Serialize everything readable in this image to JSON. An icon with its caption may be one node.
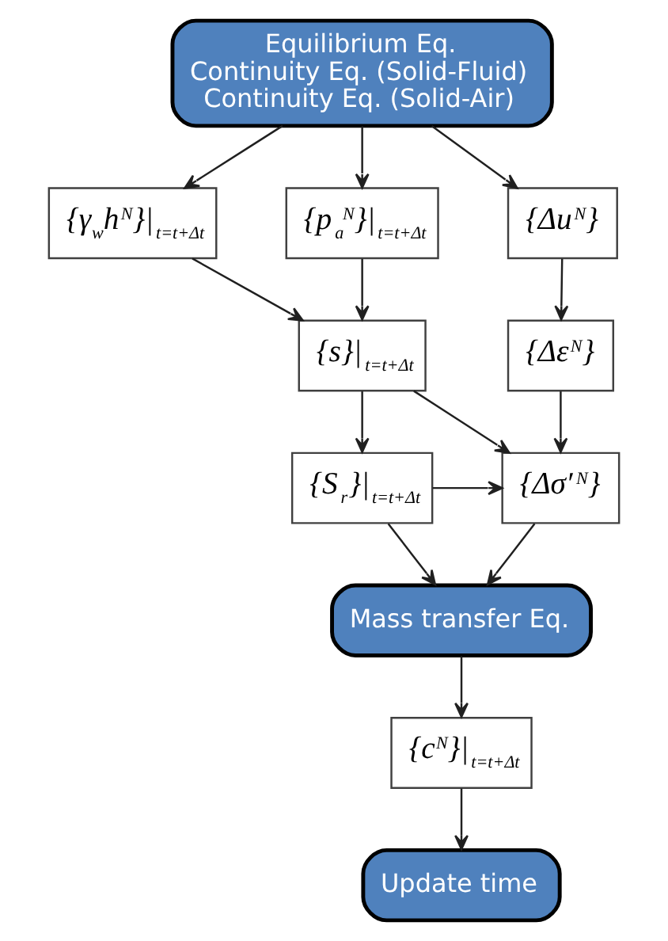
{
  "diagram": {
    "nodes": [
      {
        "text": [
          "Equilibrium Eq.",
          "Continuity Eq. (Solid-Fluid)",
          "Continuity Eq. (Solid-Air)"
        ]
      },
      {
        "text": [
          "{Δu$^{N}$}"
        ]
      },
      {
        "text": [
          "{γ$_{w}$h$^{N}$}|$_{t=t+Δt}$"
        ]
      },
      {
        "text": [
          "{p$_{a}$$^{N}$}|$_{t=t+Δt}$"
        ]
      },
      {
        "text": [
          "{Δε$^{N}$}"
        ]
      },
      {
        "text": [
          "{s}|$_{t=t+Δt}$"
        ]
      },
      {
        "text": [
          "{Δσ′$^{N}$}"
        ]
      },
      {
        "text": [
          "{S$_{r}$}|$_{t=t+Δt}$"
        ]
      },
      {
        "text": [
          "Mass transfer Eq."
        ]
      },
      {
        "text": [
          "{c$^{N}$}|$_{t=t+Δt}$"
        ]
      },
      {
        "text": [
          "Update time"
        ]
      }
    ],
    "edges": [
      {
        "from": 0,
        "to": 1,
        "arrow": "to"
      },
      {
        "from": 0,
        "to": 2,
        "arrow": "to"
      },
      {
        "from": 0,
        "to": 3,
        "arrow": "to"
      },
      {
        "from": 1,
        "to": 4,
        "arrow": "to"
      },
      {
        "from": 2,
        "to": 5,
        "arrow": "to"
      },
      {
        "from": 3,
        "to": 5,
        "arrow": "to"
      },
      {
        "from": 4,
        "to": 6,
        "arrow": "to"
      },
      {
        "from": 5,
        "to": 6,
        "arrow": "to"
      },
      {
        "from": 5,
        "to": 7,
        "arrow": "to"
      },
      {
        "from": 7,
        "to": 6,
        "arrow": "to"
      },
      {
        "from": 6,
        "to": 8,
        "arrow": "to"
      },
      {
        "from": 7,
        "to": 8,
        "arrow": "to"
      },
      {
        "from": 8,
        "to": 9,
        "arrow": "to"
      },
      {
        "from": 9,
        "to": 10,
        "arrow": "to"
      }
    ]
  }
}
